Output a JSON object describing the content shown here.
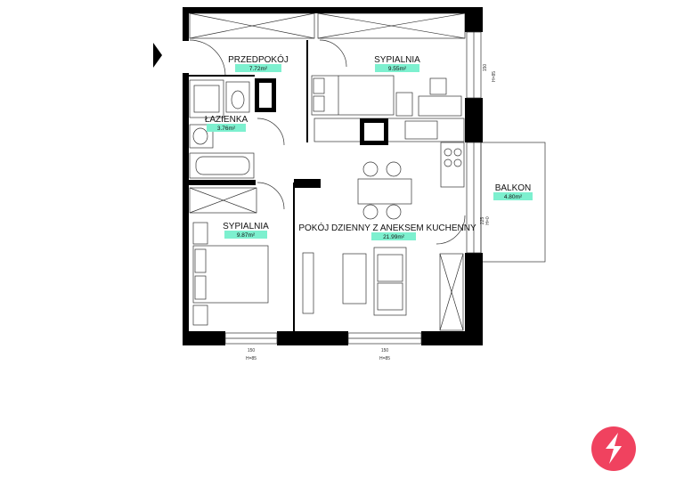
{
  "rooms": [
    {
      "id": "hall",
      "name": "PRZEDPOKÓJ",
      "area": "7.72m²"
    },
    {
      "id": "bed1",
      "name": "SYPIALNIA",
      "area": "9.55m²"
    },
    {
      "id": "bath",
      "name": "ŁAZIENKA",
      "area": "3.76m²"
    },
    {
      "id": "bed2",
      "name": "SYPIALNIA",
      "area": "9.87m²"
    },
    {
      "id": "living",
      "name": "POKÓJ DZIENNY  Z ANEKSEM KUCHENNY",
      "area": "21.99m²"
    },
    {
      "id": "balcony",
      "name": "BALKON",
      "area": "4.80m²"
    }
  ],
  "window_labels": {
    "bottom_left": "H=85",
    "bottom_mid": "H=85",
    "right_upper": "H=85",
    "right_lower": "H=0",
    "sill_left": "150",
    "sill_mid": "150",
    "right_upper_sill": "150",
    "right_lower_sill": "225"
  },
  "colors": {
    "wall": "#000000",
    "label_bg": "#7df0cf",
    "logo": "#f0425f"
  },
  "icons": {
    "entry": "entry-arrow-icon",
    "logo": "brand-logo-icon"
  }
}
